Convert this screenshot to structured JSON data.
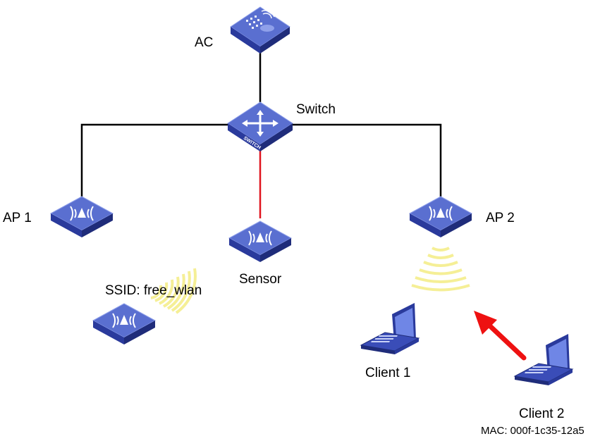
{
  "labels": {
    "ac": "AC",
    "switch": "Switch",
    "switch_plate": "SWITCH",
    "ap1": "AP 1",
    "sensor": "Sensor",
    "ap2": "AP 2",
    "ssid": "SSID: free_wlan",
    "client1": "Client 1",
    "client2": "Client 2",
    "client2_mac": "MAC: 000f-1c35-12a5"
  },
  "colors": {
    "device_top": "#5a6fd0",
    "device_front": "#2a3a9c",
    "device_side": "#1f2c7a",
    "device_edge": "#8fa0ea",
    "wired_link": "#000000",
    "sensor_link": "#e0141e",
    "wireless_signal": "#f5ef96",
    "attack_arrow": "#ee1111"
  },
  "icons": {
    "ac": "access-controller-icon",
    "switch": "switch-icon",
    "ap": "access-point-icon",
    "sensor": "wireless-sensor-icon",
    "rogue_ap": "rogue-access-point-icon",
    "laptop": "laptop-icon",
    "signal": "wireless-signal-icon",
    "arrow": "attack-arrow-icon"
  }
}
